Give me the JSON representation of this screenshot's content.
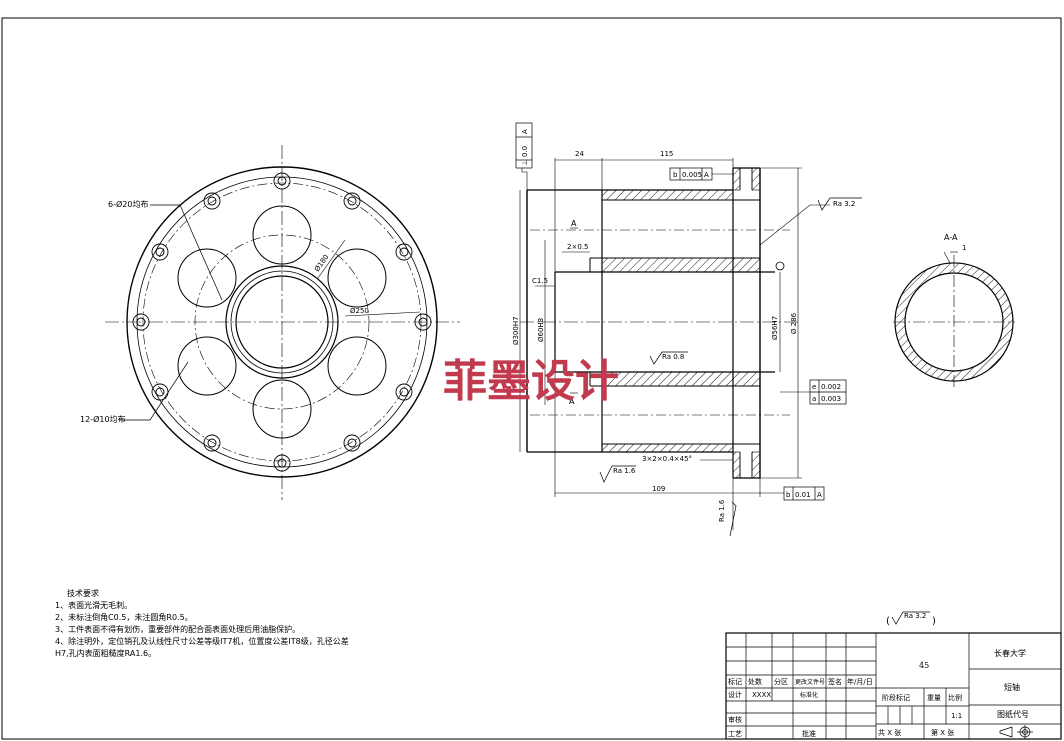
{
  "watermark": "菲墨设计",
  "front_view": {
    "label_small_holes": "6-Ø20均布",
    "label_large_holes": "12-Ø10均布",
    "dim_pcd_1": "Ø180",
    "dim_pcd_2": "Ø250"
  },
  "section_view": {
    "perp_frame": [
      "⊥",
      "0.0",
      "A"
    ],
    "dim_left": "24",
    "dim_mid": "115",
    "dim_total": "109",
    "dim_chamfer_top": "2×0.5",
    "dim_chamfer_bottom": "3×2×0.4×45°",
    "dim_c15": "C1.5",
    "dim_dia_outer": "Ø300H7",
    "dim_dia_inner": "Ø60H8",
    "dim_dia_bore": "Ø56H7",
    "dim_dia_flange": "Ø 286",
    "rough_1": "Ra 3.2",
    "rough_2": "Ra 0.8",
    "rough_3": "Ra 1.6",
    "rough_4": "Ra 1.6",
    "section_label_top": "A",
    "section_label_bottom": "A",
    "frame_top": [
      "b",
      "0.005",
      "A"
    ],
    "frame_mid_1": [
      "e",
      "0.002"
    ],
    "frame_mid_2": [
      "a",
      "0.003"
    ],
    "frame_bottom": [
      "b",
      "0.01",
      "A"
    ]
  },
  "side_view": {
    "title": "A-A",
    "dim": "1"
  },
  "notes": {
    "heading": "技术要求",
    "items": [
      "1、表面光滑无毛刺。",
      "2、未标注倒角C0.5，未注圆角R0.5。",
      "3、工件表面不得有划伤，重要部件的配合面表面处理后用油脂保护。",
      "4、除注明外，定位销孔及认线性尺寸公差等级IT7机，位置度公差IT8级，孔径公差",
      "H7,孔内表面粗糙度RA1.6。"
    ]
  },
  "general_roughness": "Ra 3.2",
  "title_block": {
    "material": "45",
    "school": "长春大学",
    "part_name": "短轴",
    "drawing_no_label": "图纸代号",
    "row_mark": [
      "标记",
      "处数",
      "分区",
      "更改文件号",
      "签名",
      "年/月/日"
    ],
    "design_label": "设计",
    "design_value": "XXXX",
    "standard_label": "标准化",
    "stage_label": "阶段标记",
    "weight_label": "重量",
    "scale_label": "比例",
    "scale_value": "1:1",
    "review_label": "审核",
    "process_label": "工艺",
    "approve_label": "批准",
    "sheets_total": "共 X 张",
    "sheet_no": "第 X 张"
  }
}
